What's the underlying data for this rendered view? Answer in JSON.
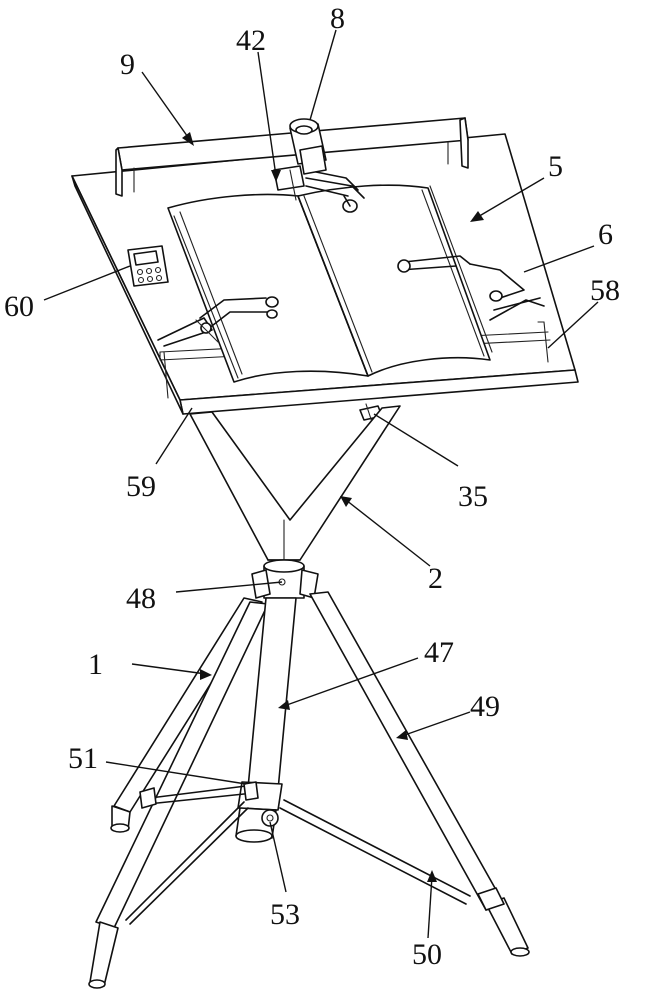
{
  "labels": {
    "l1": "1",
    "l2": "2",
    "l5": "5",
    "l6": "6",
    "l8": "8",
    "l9": "9",
    "l35": "35",
    "l42": "42",
    "l47": "47",
    "l48": "48",
    "l49": "49",
    "l50": "50",
    "l51": "51",
    "l53": "53",
    "l58": "58",
    "l59": "59",
    "l60": "60"
  }
}
